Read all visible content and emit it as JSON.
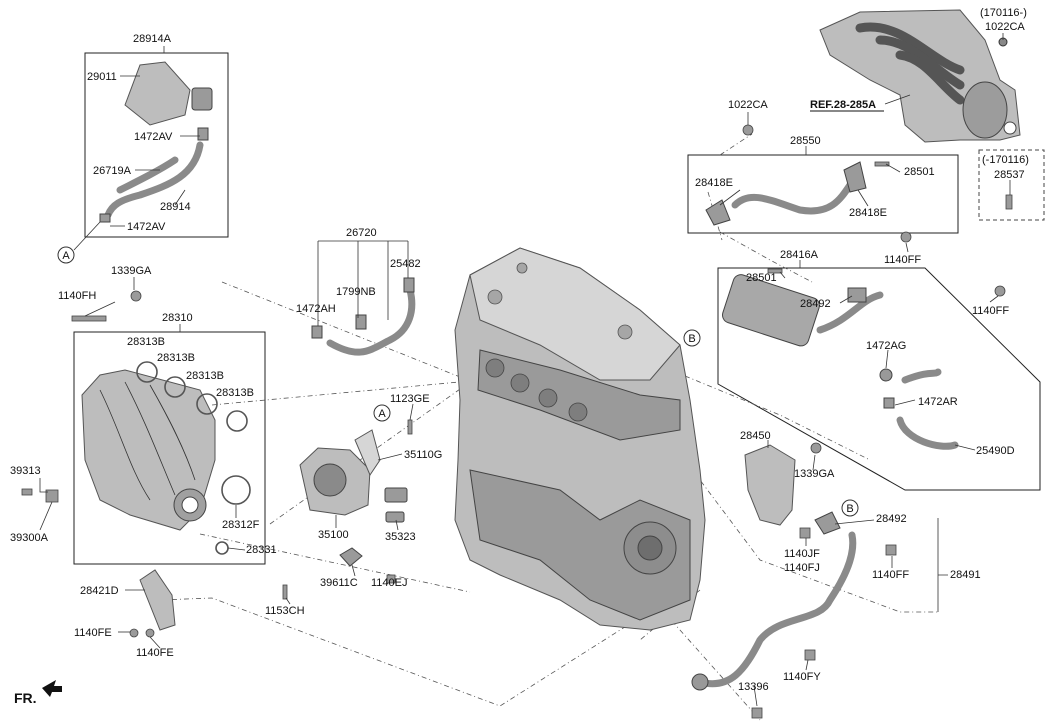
{
  "labels": {
    "l_28914A": "28914A",
    "l_29011": "29011",
    "l_1472AV_a": "1472AV",
    "l_26719A": "26719A",
    "l_28914": "28914",
    "l_1472AV_b": "1472AV",
    "l_1339GA_a": "1339GA",
    "l_1140FH": "1140FH",
    "l_28310": "28310",
    "l_28313B_a": "28313B",
    "l_28313B_b": "28313B",
    "l_28313B_c": "28313B",
    "l_28313B_d": "28313B",
    "l_39313": "39313",
    "l_39300A": "39300A",
    "l_28312F": "28312F",
    "l_28331": "28331",
    "l_28421D": "28421D",
    "l_1140FE_a": "1140FE",
    "l_1140FE_b": "1140FE",
    "l_1153CH": "1153CH",
    "l_26720": "26720",
    "l_1472AH": "1472AH",
    "l_1799NB": "1799NB",
    "l_25482": "25482",
    "l_1123GE": "1123GE",
    "l_35110G": "35110G",
    "l_35100": "35100",
    "l_35323": "35323",
    "l_39611C": "39611C",
    "l_1140EJ": "1140EJ",
    "l_170116_open": "(170116-)",
    "l_1022CA_a": "1022CA",
    "l_ref": "REF.28-285A",
    "l_1022CA_b": "1022CA",
    "l_28550": "28550",
    "l_28418E_a": "28418E",
    "l_28501_a": "28501",
    "l_28418E_b": "28418E",
    "l_170116_close": "(-170116)",
    "l_28537": "28537",
    "l_28416A": "28416A",
    "l_1140FF_a": "1140FF",
    "l_28501_b": "28501",
    "l_28492_a": "28492",
    "l_1140FF_b": "1140FF",
    "l_1472AG": "1472AG",
    "l_1472AR": "1472AR",
    "l_25490D": "25490D",
    "l_28450": "28450",
    "l_1339GA_b": "1339GA",
    "l_28492_b": "28492",
    "l_1140JF": "1140JF",
    "l_1140FJ": "1140FJ",
    "l_1140FF_c": "1140FF",
    "l_28491": "28491",
    "l_1140FY": "1140FY",
    "l_13396": "13396",
    "l_fr": "FR."
  },
  "markers": {
    "A": "A",
    "B": "B"
  }
}
